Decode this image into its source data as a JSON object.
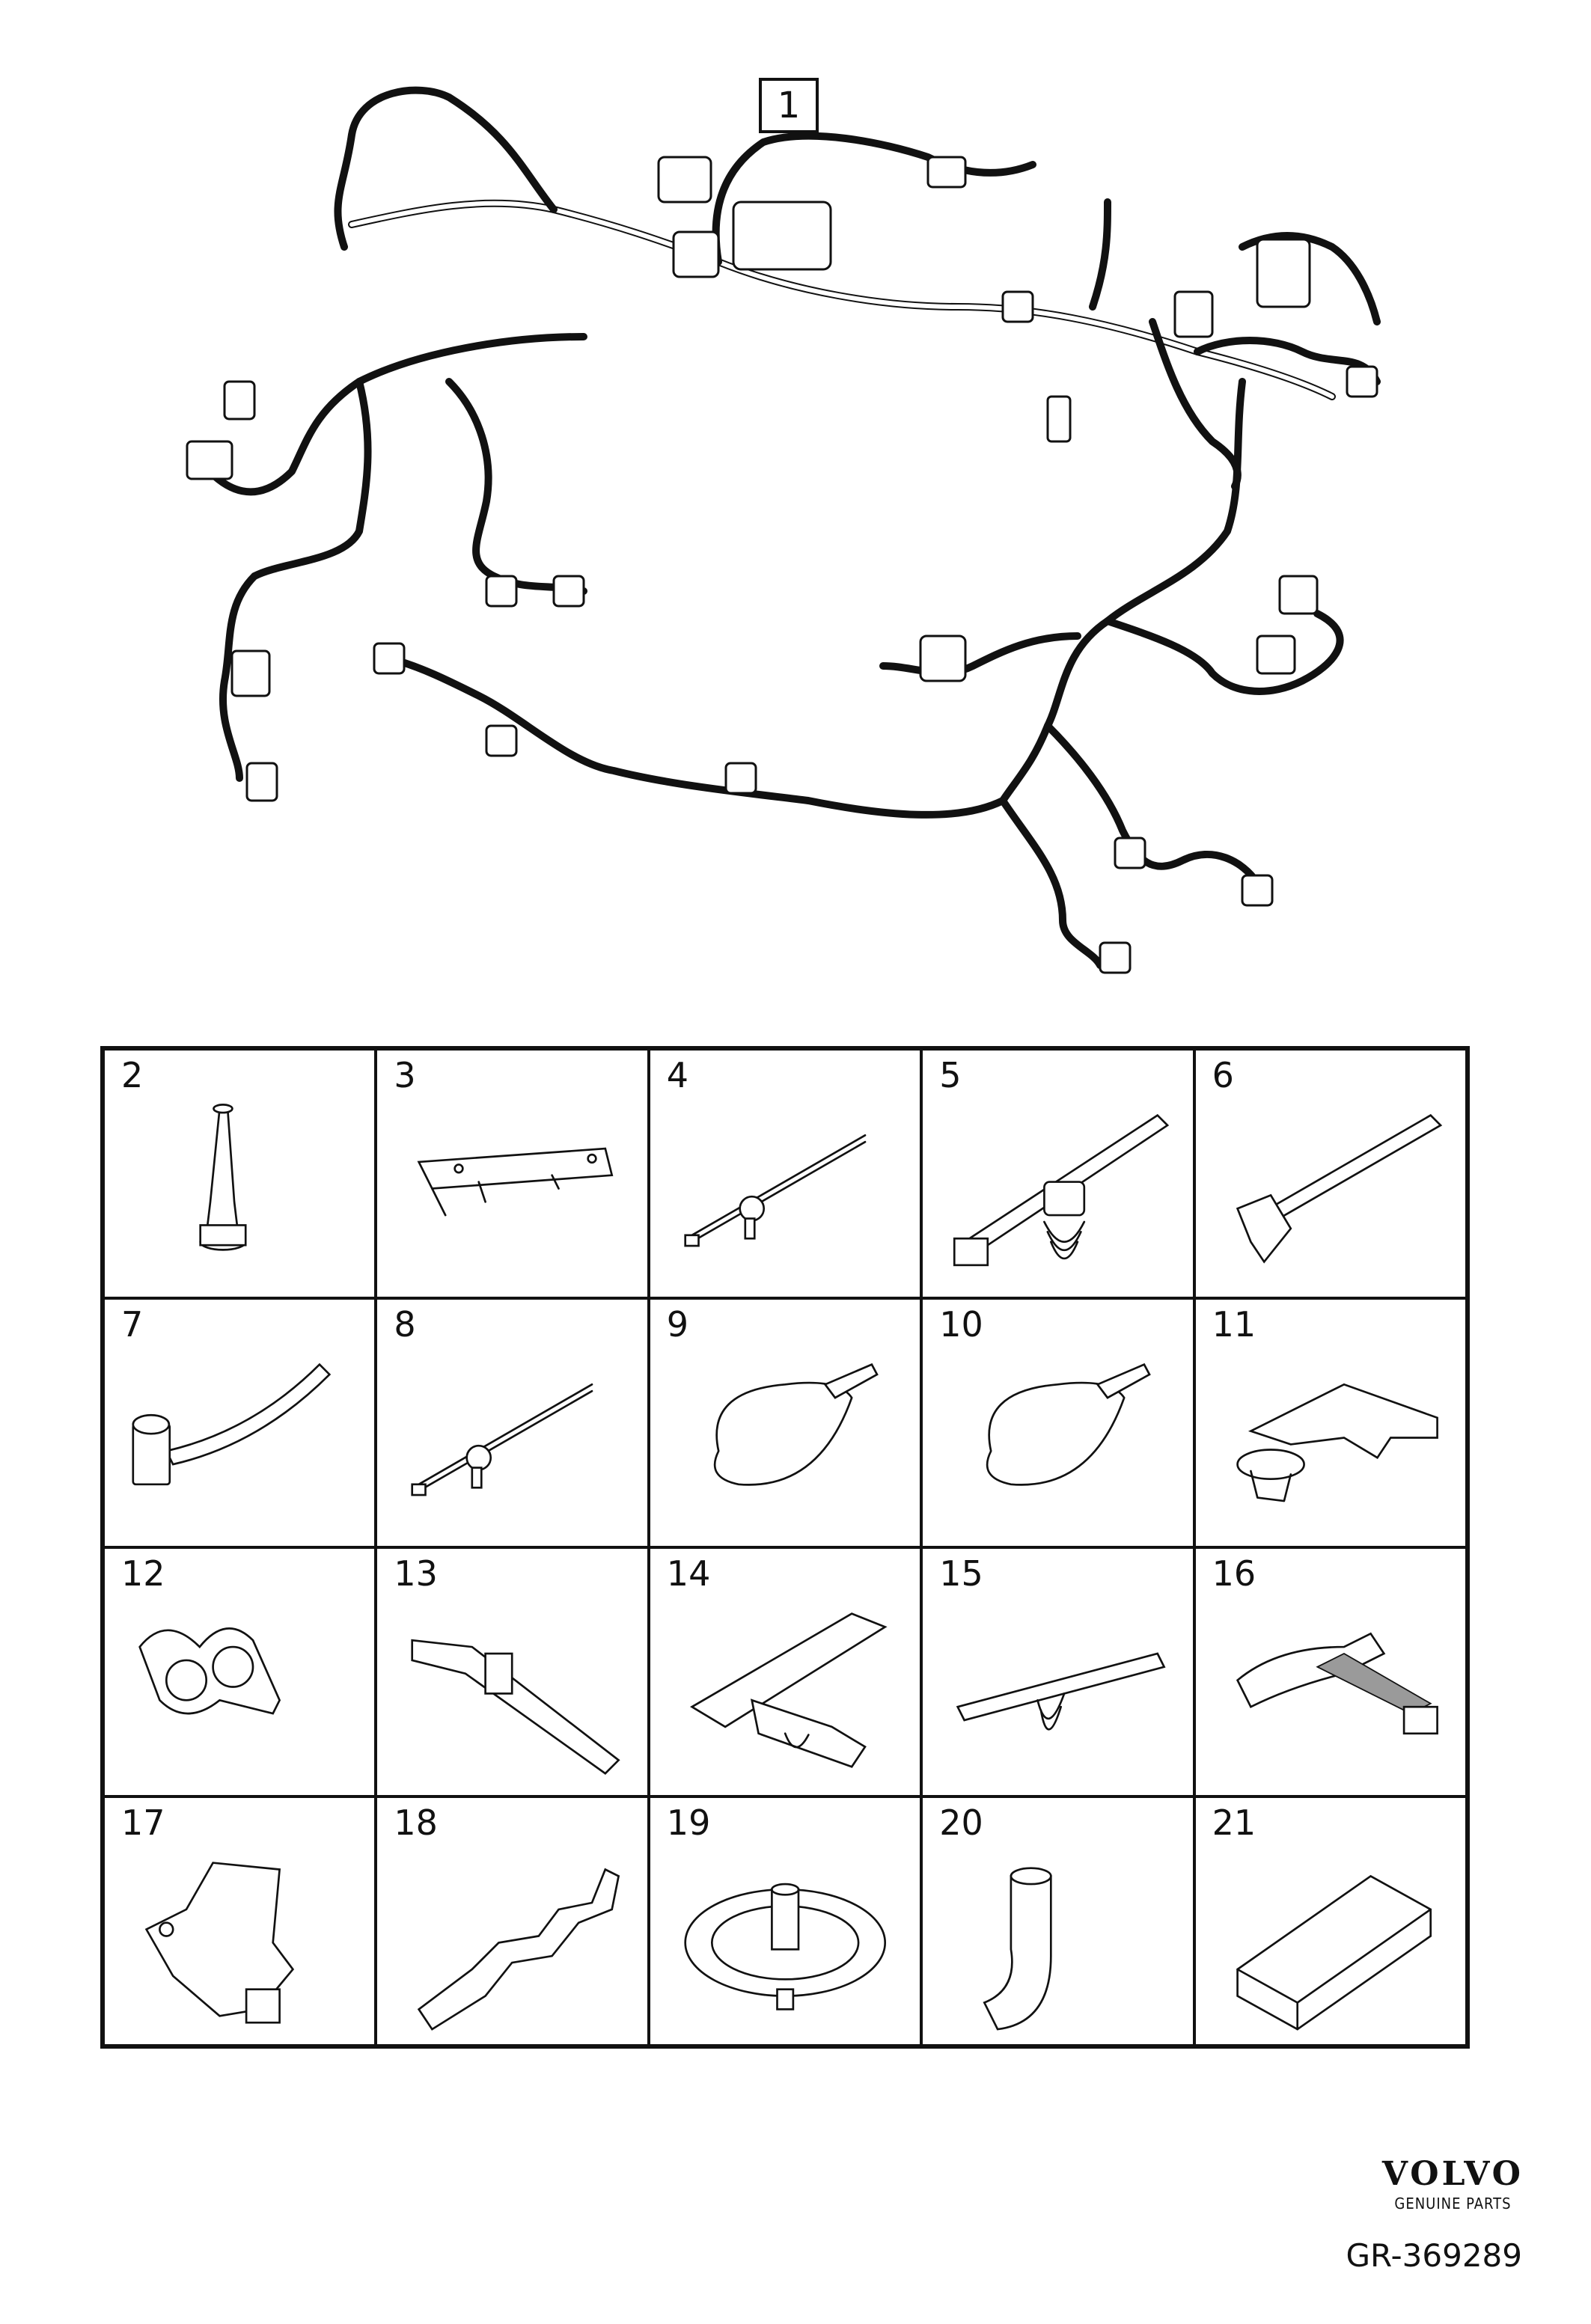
{
  "callout_main": "1",
  "parts": [
    {
      "num": "2",
      "icon": "grommet-boot-icon"
    },
    {
      "num": "3",
      "icon": "wire-channel-bracket-icon"
    },
    {
      "num": "4",
      "icon": "cable-tie-with-stud-icon"
    },
    {
      "num": "5",
      "icon": "cable-tie-with-fir-tree-clip-icon"
    },
    {
      "num": "6",
      "icon": "cable-tie-with-edge-clip-icon"
    },
    {
      "num": "7",
      "icon": "cable-tie-with-holder-icon"
    },
    {
      "num": "8",
      "icon": "cable-tie-with-stud-icon"
    },
    {
      "num": "9",
      "icon": "loop-cable-tie-icon"
    },
    {
      "num": "10",
      "icon": "loop-cable-tie-icon"
    },
    {
      "num": "11",
      "icon": "harness-clip-icon"
    },
    {
      "num": "12",
      "icon": "double-pipe-clip-icon"
    },
    {
      "num": "13",
      "icon": "strap-clip-icon"
    },
    {
      "num": "14",
      "icon": "channel-clip-icon"
    },
    {
      "num": "15",
      "icon": "rail-clip-icon"
    },
    {
      "num": "16",
      "icon": "harness-holder-icon"
    },
    {
      "num": "17",
      "icon": "bracket-icon"
    },
    {
      "num": "18",
      "icon": "wire-guide-icon"
    },
    {
      "num": "19",
      "icon": "round-grommet-icon"
    },
    {
      "num": "20",
      "icon": "elbow-sleeve-icon"
    },
    {
      "num": "21",
      "icon": "control-module-icon"
    }
  ],
  "brand": {
    "logo": "VOLVO",
    "tagline": "GENUINE PARTS"
  },
  "reference": "GR-369289"
}
